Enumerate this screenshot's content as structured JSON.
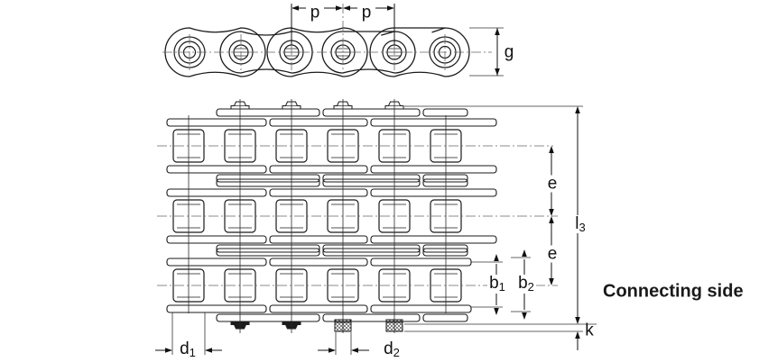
{
  "diagram": {
    "title": "Roller chain triplex technical drawing",
    "labels": {
      "pitch1": "p",
      "pitch2": "p",
      "g": "g",
      "e_upper": "e",
      "e_lower": "e",
      "l3": {
        "base": "l",
        "sub": "3"
      },
      "b1": {
        "base": "b",
        "sub": "1"
      },
      "b2": {
        "base": "b",
        "sub": "2"
      },
      "k": "k",
      "d1": {
        "base": "d",
        "sub": "1"
      },
      "d2": {
        "base": "d",
        "sub": "2"
      },
      "connecting_side": "Connecting side"
    },
    "colors": {
      "line": "#1a1a1a",
      "centerline": "#666666",
      "text": "#111111",
      "background": "#ffffff"
    }
  }
}
